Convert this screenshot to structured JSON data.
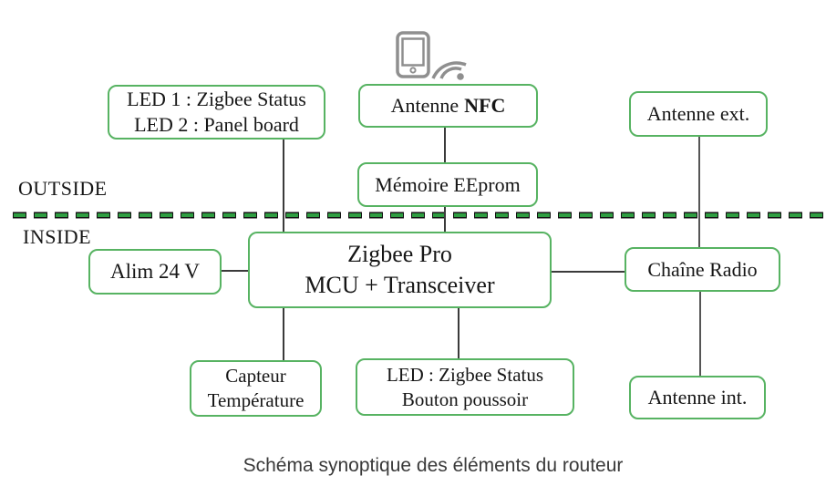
{
  "diagram": {
    "zone_labels": {
      "outside": "OUTSIDE",
      "inside": "INSIDE"
    },
    "caption": "Schéma synoptique des éléments du routeur",
    "colors": {
      "box_border_green": "#57b362",
      "dash_fill_green": "#2e9e41",
      "dash_outline": "#111111",
      "connector_line": "#3b3b3b",
      "text": "#161616",
      "icon_gray": "#8f8f8f"
    },
    "icons": {
      "smartphone": "smartphone-icon",
      "nfc_waves": "nfc-waves-icon"
    },
    "boxes": {
      "led_status": {
        "line1": "LED 1 : Zigbee Status",
        "line2": "LED 2 : Panel board"
      },
      "antenne_nfc": {
        "prefix": "Antenne",
        "bold": "NFC"
      },
      "antenne_ext": {
        "label": "Antenne ext."
      },
      "memoire_eeprom": {
        "label": "Mémoire EEprom"
      },
      "zigbee_pro": {
        "line1": "Zigbee Pro",
        "line2": "MCU + Transceiver"
      },
      "alim": {
        "label": "Alim 24 V"
      },
      "chaine_radio": {
        "label": "Chaîne Radio"
      },
      "capteur": {
        "line1": "Capteur",
        "line2": "Température"
      },
      "led_bouton": {
        "line1": "LED : Zigbee Status",
        "line2": "Bouton poussoir"
      },
      "antenne_int": {
        "label": "Antenne int."
      }
    }
  }
}
